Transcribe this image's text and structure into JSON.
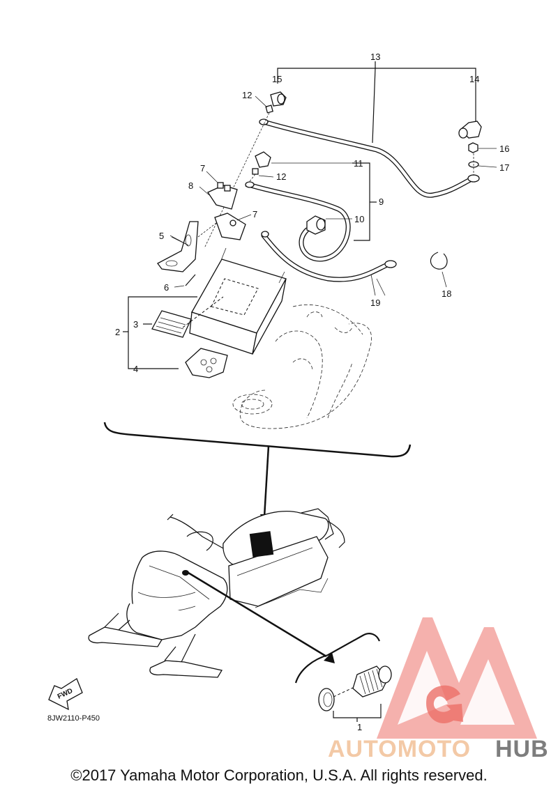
{
  "diagram": {
    "callouts": {
      "c1": "1",
      "c2": "2",
      "c3": "3",
      "c4": "4",
      "c5": "5",
      "c6": "6",
      "c7a": "7",
      "c7b": "7",
      "c8": "8",
      "c9": "9",
      "c10": "10",
      "c11": "11",
      "c12a": "12",
      "c12b": "12",
      "c13": "13",
      "c14": "14",
      "c15": "15",
      "c16": "16",
      "c17": "17",
      "c18": "18",
      "c19": "19"
    },
    "fwd_label": "FWD",
    "diagram_code": "8JW2110-P450"
  },
  "watermark": {
    "part1": "AUTOMOTO",
    "part2": "HUB",
    "colors": {
      "triangle": "#e9584f",
      "text_light": "#f3c9a6",
      "text_dark": "#7d7d7d"
    }
  },
  "footer": {
    "copyright": "©2017 Yamaha Motor Corporation, U.S.A. All rights reserved."
  }
}
